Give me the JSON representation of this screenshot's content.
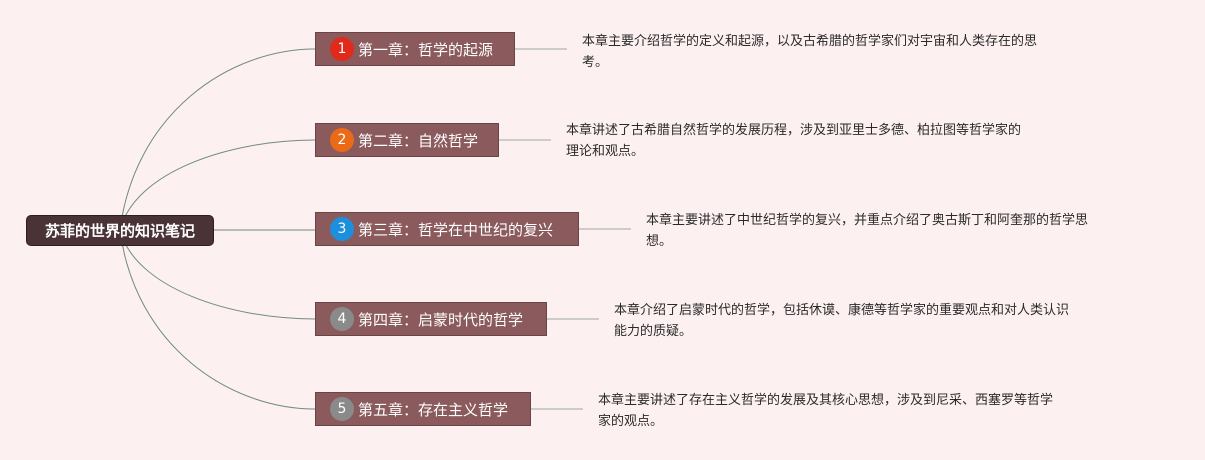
{
  "root": {
    "label": "苏菲的世界的知识笔记"
  },
  "colors": {
    "background": "#fdf0f1",
    "root_fill": "#4a3336",
    "chapter_fill": "#8a5a5c",
    "edge": "#6f8c7c"
  },
  "chapters": [
    {
      "badge": "1",
      "badge_color": "#e02a1c",
      "label": "第一章：哲学的起源",
      "description": [
        "本章主要介绍哲学的定义和起源，以及古希腊的哲学家们对宇宙和人类存在的思",
        "考。"
      ]
    },
    {
      "badge": "2",
      "badge_color": "#ea6a18",
      "label": "第二章：自然哲学",
      "description": [
        "本章讲述了古希腊自然哲学的发展历程，涉及到亚里士多德、柏拉图等哲学家的",
        "理论和观点。"
      ]
    },
    {
      "badge": "3",
      "badge_color": "#1e8fdc",
      "label": "第三章：哲学在中世纪的复兴",
      "description": [
        "本章主要讲述了中世纪哲学的复兴，并重点介绍了奥古斯丁和阿奎那的哲学思",
        "想。"
      ]
    },
    {
      "badge": "4",
      "badge_color": "#8a8a8a",
      "label": "第四章：启蒙时代的哲学",
      "description": [
        "本章介绍了启蒙时代的哲学，包括休谟、康德等哲学家的重要观点和对人类认识",
        "能力的质疑。"
      ]
    },
    {
      "badge": "5",
      "badge_color": "#8a8a8a",
      "label": "第五章：存在主义哲学",
      "description": [
        "本章主要讲述了存在主义哲学的发展及其核心思想，涉及到尼采、西塞罗等哲学",
        "家的观点。"
      ]
    }
  ]
}
